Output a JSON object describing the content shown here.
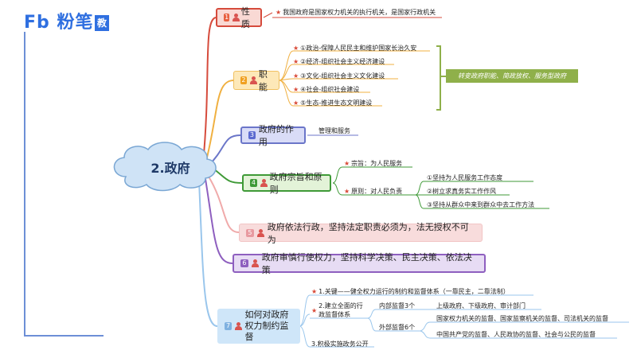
{
  "logo": {
    "main": "粉笔",
    "cut": "教"
  },
  "center": {
    "label": "2.政府"
  },
  "branches": {
    "xingzhi": {
      "num": "1",
      "label": "性质",
      "item": "我国政府是国家权力机关的执行机关，是国家行政机关"
    },
    "zhineng": {
      "num": "2",
      "label": "职能",
      "items": [
        "①政治-保障人民民主和维护国家长治久安",
        "②经济-组织社会主义经济建设",
        "③文化-组织社会主义文化建设",
        "④社会-组织社会建设",
        "⑤生态-推进生态文明建设"
      ],
      "summary": "转变政府职能、简政放权、服务型政府"
    },
    "zuoyong": {
      "num": "3",
      "label": "政府的作用",
      "item": "管理和服务"
    },
    "zongzhi": {
      "num": "4",
      "label": "政府宗旨和原则",
      "zongzhi": "宗旨：为人民服务",
      "yuanze": "原则：对人民负责",
      "yuanze_items": [
        "①坚持为人民服务工作态度",
        "②树立求真务实工作作风",
        "③坚持从群众中来到群众中去工作方法"
      ]
    },
    "yifa": {
      "num": "5",
      "label": "政府依法行政，坚持法定职责必须为，法无授权不可为"
    },
    "shenshen": {
      "num": "6",
      "label": "政府审慎行使权力，坚持科学决策、民主决策、依法决策"
    },
    "jiandu": {
      "num": "7",
      "label": "如何对政府权力制约监督",
      "item1": "1.关键——健全权力运行的制约和监督体系（一靠民主，二靠法制）",
      "item2": "2.建立全面的行政监督体系",
      "neibu": "内部监督3个",
      "neibu_detail": "上级政府、下级政府、审计部门",
      "waibu": "外部监督6个",
      "waibu_details": [
        "国家权力机关的监督、国家监察机关的监督、司法机关的监督",
        "中国共产党的监督、人民政协的监督、社会与公民的监督"
      ],
      "item3": "3.积极实施政务公开"
    }
  }
}
